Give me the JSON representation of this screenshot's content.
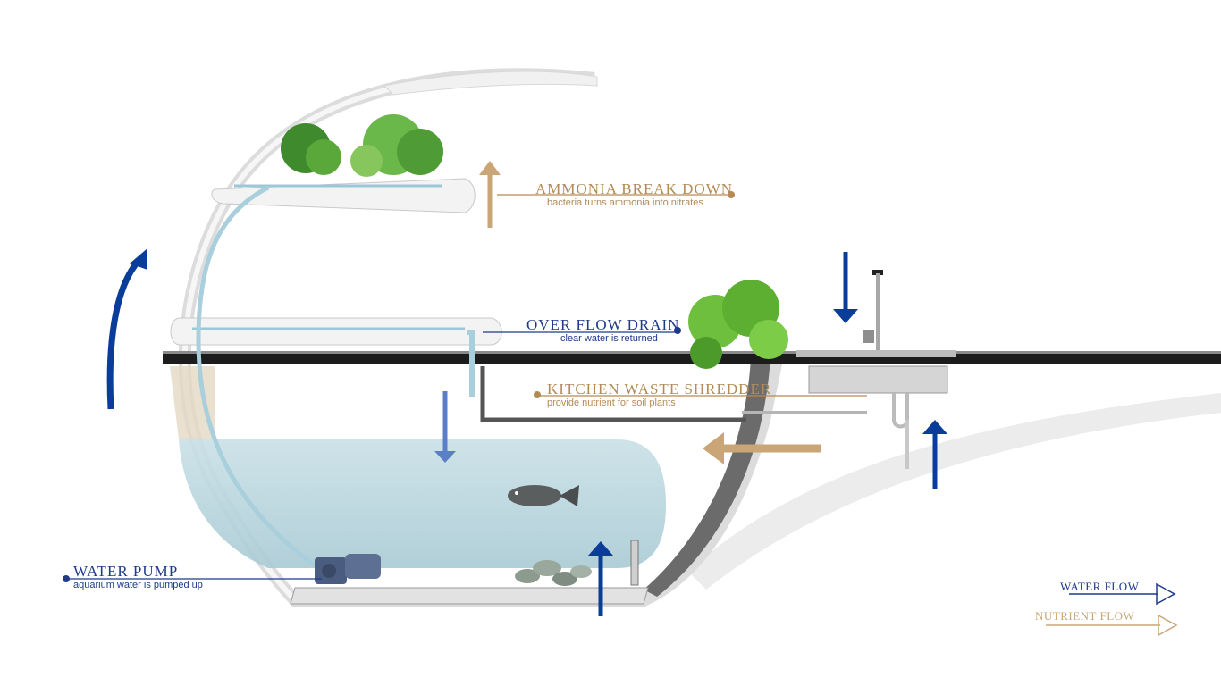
{
  "colors": {
    "water": "#1f3a8a",
    "water_arrow": "#0a3c9a",
    "nutrient": "#b48a55",
    "tank_water": "#bcd8e0",
    "counter": "#1c1c1c"
  },
  "callouts": {
    "ammonia": {
      "title": "AMMONIA BREAK DOWN",
      "subtitle": "bacteria turns ammonia into nitrates"
    },
    "overflow": {
      "title": "OVER FLOW DRAIN",
      "subtitle": "clear water is returned"
    },
    "kitchen": {
      "title": "KITCHEN WASTE SHREDDER",
      "subtitle": "provide nutrient for soil plants"
    },
    "pump": {
      "title": "WATER PUMP",
      "subtitle": "aquarium water is pumped up"
    }
  },
  "legend": {
    "water_flow": "WATER FLOW",
    "nutrient_flow": "NUTRIENT FLOW"
  },
  "icons": {
    "plants": "lettuce-icon",
    "fish": "fish-icon",
    "pump": "pump-icon",
    "faucet": "faucet-icon"
  }
}
